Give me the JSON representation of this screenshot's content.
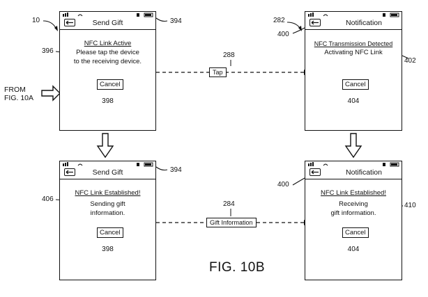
{
  "figure_label": "FIG. 10B",
  "from_label": [
    "FROM",
    "FIG. 10A"
  ],
  "device_ref": "10",
  "panels": {
    "top_left": {
      "title": "Send Gift",
      "ref": "394",
      "message_ref": "396",
      "heading": "NFC  Link  Active",
      "body": [
        "Please tap the device",
        "to the receiving device."
      ],
      "button": "Cancel",
      "button_ref": "398"
    },
    "top_right": {
      "title": "Notification",
      "screen_ref": "282",
      "ref": "400",
      "message_ref": "402",
      "heading": "NFC  Transmission  Detected",
      "body": [
        "Activating  NFC  Link"
      ],
      "button": "Cancel",
      "button_ref": "404"
    },
    "bottom_left": {
      "title": "Send Gift",
      "ref": "394",
      "message_ref": "406",
      "heading": "NFC  Link  Established!",
      "body": [
        "Sending gift",
        "information."
      ],
      "button": "Cancel",
      "button_ref": "398"
    },
    "bottom_right": {
      "title": "Notification",
      "ref": "400",
      "message_ref": "410",
      "heading": "NFC  Link  Established!",
      "body": [
        "Receiving",
        "gift information."
      ],
      "button": "Cancel",
      "button_ref": "404"
    }
  },
  "connectors": {
    "top": {
      "label": "Tap",
      "ref": "288"
    },
    "bottom": {
      "label": "Gift Information",
      "ref": "284"
    }
  }
}
